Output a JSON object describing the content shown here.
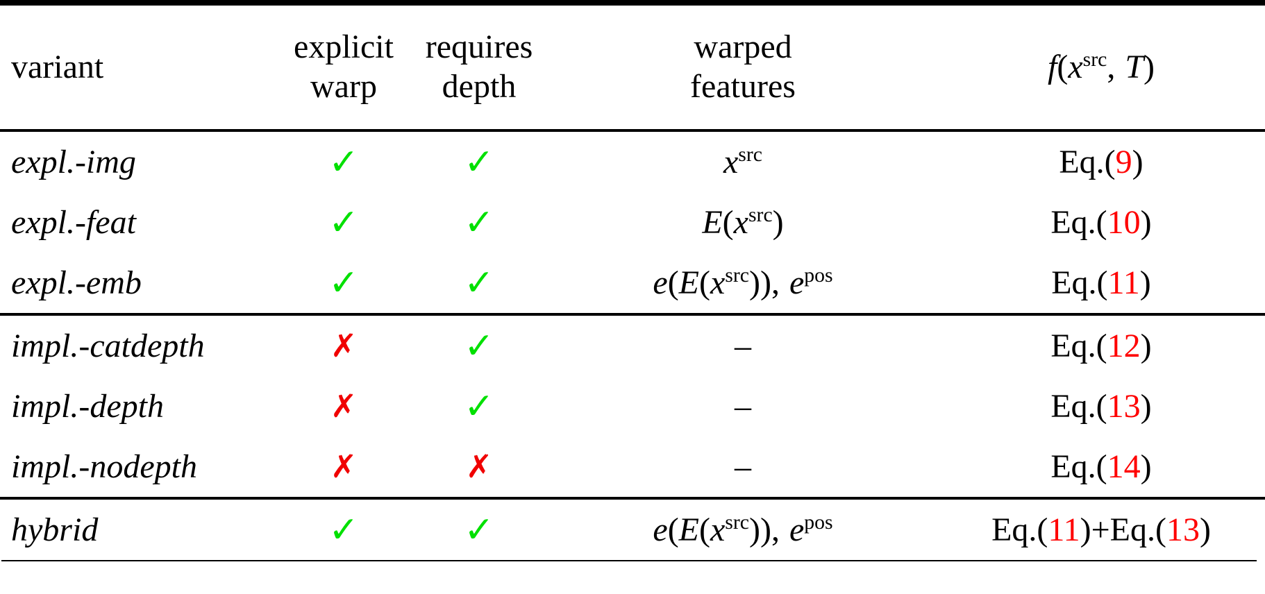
{
  "table": {
    "caption_absent": true,
    "columns": [
      {
        "key": "variant",
        "label": "variant",
        "align": "left"
      },
      {
        "key": "explicit_warp",
        "label_line1": "explicit",
        "label_line2": "warp",
        "align": "center"
      },
      {
        "key": "requires_depth",
        "label_line1": "requires",
        "label_line2": "depth",
        "align": "center"
      },
      {
        "key": "warped_features",
        "label_line1": "warped",
        "label_line2": "features",
        "align": "center"
      },
      {
        "key": "function",
        "label": "f(x^src, T)",
        "align": "center"
      }
    ],
    "function_header": {
      "f": "f",
      "open": "(",
      "x": "x",
      "x_sup": "src",
      "comma": ",",
      "T": "T",
      "close": ")"
    },
    "marks": {
      "check": "✓",
      "cross": "✗",
      "dash": "–"
    },
    "colors": {
      "check": "#00e000",
      "cross": "#ff0000",
      "eq_number": "#ff0000",
      "text": "#000000",
      "background": "#ffffff",
      "rule": "#000000"
    },
    "groups": [
      {
        "id": "explicit",
        "rows": [
          {
            "variant": "expl.-img",
            "explicit_warp": "check",
            "requires_depth": "check",
            "warped_features_type": "x_src",
            "warped_features_text": "x^src",
            "eq_prefix": "Eq.(",
            "eq_number": "9",
            "eq_suffix": ")",
            "eq_text": "Eq.(9)"
          },
          {
            "variant": "expl.-feat",
            "explicit_warp": "check",
            "requires_depth": "check",
            "warped_features_type": "E_x_src",
            "warped_features_text": "E(x^src)",
            "eq_prefix": "Eq.(",
            "eq_number": "10",
            "eq_suffix": ")",
            "eq_text": "Eq.(10)"
          },
          {
            "variant": "expl.-emb",
            "explicit_warp": "check",
            "requires_depth": "check",
            "warped_features_type": "e_E_x_src_epos",
            "warped_features_text": "e(E(x^src)), e^pos",
            "eq_prefix": "Eq.(",
            "eq_number": "11",
            "eq_suffix": ")",
            "eq_text": "Eq.(11)"
          }
        ]
      },
      {
        "id": "implicit",
        "rows": [
          {
            "variant": "impl.-catdepth",
            "explicit_warp": "cross",
            "requires_depth": "check",
            "warped_features_type": "dash",
            "warped_features_text": "–",
            "eq_prefix": "Eq.(",
            "eq_number": "12",
            "eq_suffix": ")",
            "eq_text": "Eq.(12)"
          },
          {
            "variant": "impl.-depth",
            "explicit_warp": "cross",
            "requires_depth": "check",
            "warped_features_type": "dash",
            "warped_features_text": "–",
            "eq_prefix": "Eq.(",
            "eq_number": "13",
            "eq_suffix": ")",
            "eq_text": "Eq.(13)"
          },
          {
            "variant": "impl.-nodepth",
            "explicit_warp": "cross",
            "requires_depth": "cross",
            "warped_features_type": "dash",
            "warped_features_text": "–",
            "eq_prefix": "Eq.(",
            "eq_number": "14",
            "eq_suffix": ")",
            "eq_text": "Eq.(14)"
          }
        ]
      },
      {
        "id": "hybrid",
        "rows": [
          {
            "variant": "hybrid",
            "explicit_warp": "check",
            "requires_depth": "check",
            "warped_features_type": "e_E_x_src_epos",
            "warped_features_text": "e(E(x^src)), e^pos",
            "eq_prefix": "Eq.(",
            "eq_number": "11",
            "eq_mid": ")+Eq.(",
            "eq_number2": "13",
            "eq_suffix": ")",
            "eq_text": "Eq.(11)+Eq.(13)"
          }
        ]
      }
    ],
    "math_tokens": {
      "e": "e",
      "E": "E",
      "x": "x",
      "sup_src": "src",
      "sup_pos": "pos",
      "open_paren": "(",
      "close_paren": ")",
      "comma": ","
    }
  }
}
